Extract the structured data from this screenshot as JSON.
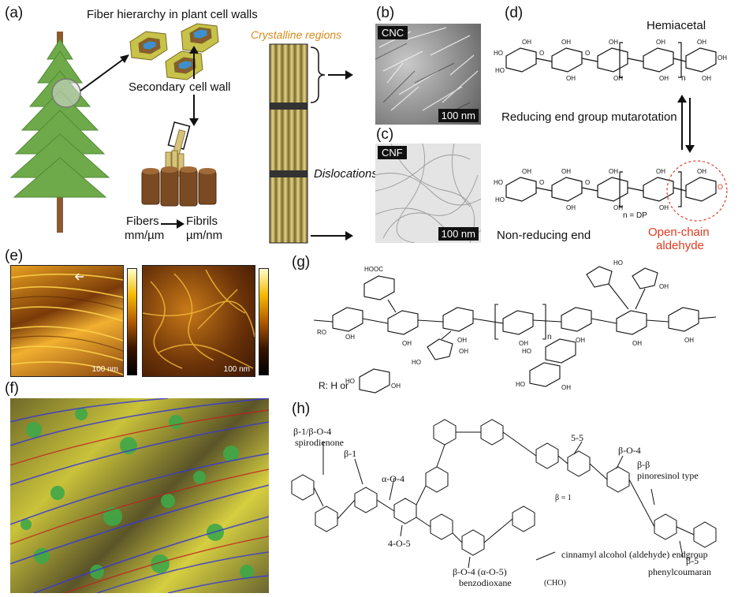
{
  "panels": {
    "a": "(a)",
    "b": "(b)",
    "c": "(c)",
    "d": "(d)",
    "e": "(e)",
    "f": "(f)",
    "g": "(g)",
    "h": "(h)"
  },
  "panel_a": {
    "title": "Fiber hierarchy in plant cell walls",
    "secondary": "Secondary",
    "cell_wall": "cell wall",
    "fibers": "Fibers",
    "fibrils": "Fibrils",
    "fibers_unit": "mm/µm",
    "fibrils_unit": "µm/nm",
    "crystalline": "Crystalline regions",
    "dislocations": "Dislocations"
  },
  "panel_b": {
    "tag": "CNC",
    "scale": "100 nm"
  },
  "panel_c": {
    "tag": "CNF",
    "scale": "100 nm"
  },
  "panel_d": {
    "hemiacetal": "Hemiacetal",
    "mutarotation": "Reducing end group mutarotation",
    "non_reducing": "Non-reducing end",
    "open_chain_1": "Open-chain",
    "open_chain_2": "aldehyde",
    "n_dp": "n = DP",
    "n": "n",
    "oh": "OH",
    "o": "O"
  },
  "panel_e": {
    "scale_left": "100 nm",
    "scale_right": "100 nm"
  },
  "panel_g": {
    "r_label": "R: H or",
    "hooc": "HOOC",
    "ro": "RO",
    "n": "n"
  },
  "panel_h": {
    "spiro_1": "β-1/β-O-4",
    "spiro_2": "spirodienone",
    "beta1": "β-1",
    "a_o_4": "α-O-4",
    "four_o_5": "4-O-5",
    "five_five": "5-5",
    "b_o_4": "β-O-4",
    "bb": "β-β",
    "pinoresinol": "pinoresinol type",
    "beta_eq": "β = 1",
    "benzo_1": "β-O-4 (α-O-5)",
    "benzo_2": "benzodioxane",
    "cinnamyl": "cinnamyl alcohol (aldehyde) endgroup",
    "cho": "(CHO)",
    "b5": "β-5",
    "phenyl": "phenylcoumaran"
  }
}
